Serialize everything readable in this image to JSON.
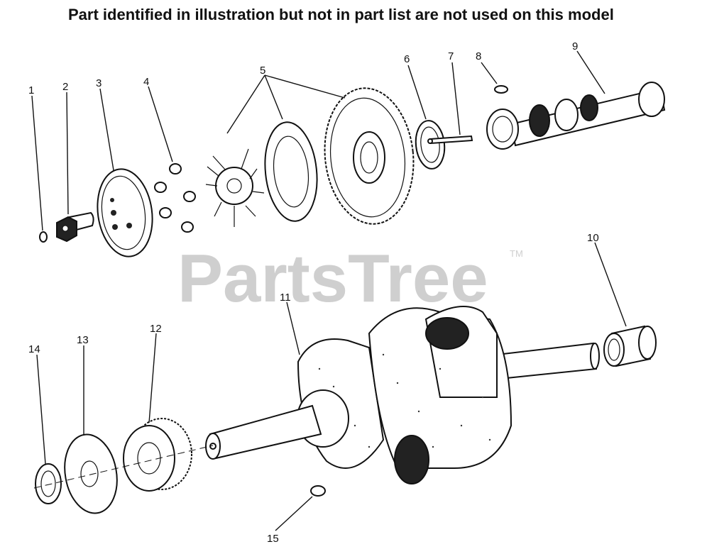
{
  "notice": "Part identified in illustration but not in part list are not used on this model",
  "watermark": {
    "text": "PartsTree",
    "trademark": "TM"
  },
  "colors": {
    "line": "#111111",
    "watermark": "#cfcfcf",
    "background": "#ffffff"
  },
  "callouts": {
    "c1": "1",
    "c2": "2",
    "c3": "3",
    "c4": "4",
    "c5": "5",
    "c6": "6",
    "c7": "7",
    "c8": "8",
    "c9": "9",
    "c10": "10",
    "c11": "11",
    "c12": "12",
    "c13": "13",
    "c14": "14",
    "c15": "15"
  }
}
